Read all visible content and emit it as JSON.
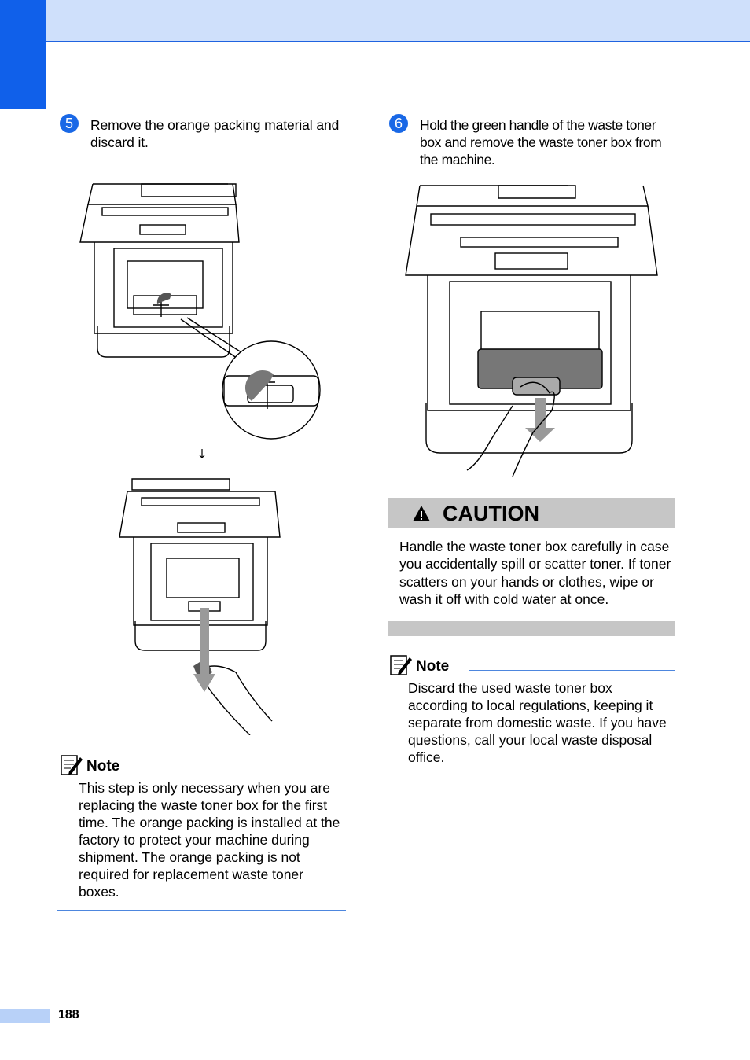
{
  "page": {
    "number": "188"
  },
  "left": {
    "step": {
      "number": "5",
      "text": "Remove the orange packing material and discard it."
    },
    "note": {
      "title": "Note",
      "text": "This step is only necessary when you are replacing the waste toner box for the first time. The orange packing is installed at the factory to protect your machine during shipment. The orange packing is not required for replacement waste toner boxes."
    }
  },
  "right": {
    "step": {
      "number": "6",
      "text": "Hold the green handle of the waste toner box and remove the waste toner box from the machine."
    },
    "caution": {
      "title": "CAUTION",
      "text": "Handle the waste toner box carefully in case you accidentally spill or scatter toner. If toner scatters on your hands or clothes, wipe or wash it off with cold water at once."
    },
    "note": {
      "title": "Note",
      "text": "Discard the used waste toner box according to local regulations, keeping it separate from domestic waste. If you have questions, call your local waste disposal office."
    }
  },
  "colors": {
    "accent": "#1060ea",
    "header": "#cfe0fb",
    "caution_bar": "#c6c6c6",
    "rule": "#4d86de"
  },
  "icons": [
    "note-pencil-icon",
    "warning-triangle-icon",
    "downward-arrow-icon"
  ]
}
